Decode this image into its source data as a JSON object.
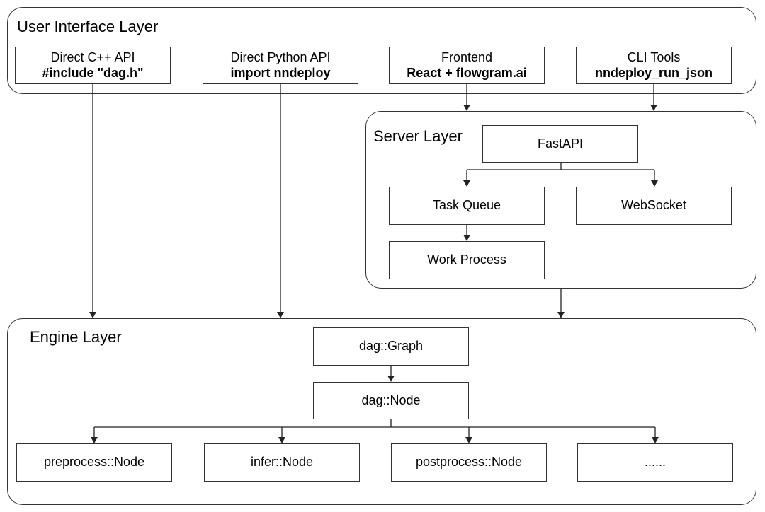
{
  "layers": {
    "ui": {
      "title": "User Interface Layer",
      "boxes": [
        {
          "line1": "Direct C++ API",
          "line2": "#include \"dag.h\""
        },
        {
          "line1": "Direct Python API",
          "line2": "import nndeploy"
        },
        {
          "line1": "Frontend",
          "line2": "React + flowgram.ai"
        },
        {
          "line1": "CLI Tools",
          "line2": "nndeploy_run_json"
        }
      ]
    },
    "server": {
      "title": "Server Layer",
      "fastapi": "FastAPI",
      "task_queue": "Task Queue",
      "websocket": "WebSocket",
      "work_process": "Work Process"
    },
    "engine": {
      "title": "Engine Layer",
      "graph": "dag::Graph",
      "node": "dag::Node",
      "nodes": [
        "preprocess::Node",
        "infer::Node",
        "postprocess::Node",
        "......"
      ]
    }
  }
}
